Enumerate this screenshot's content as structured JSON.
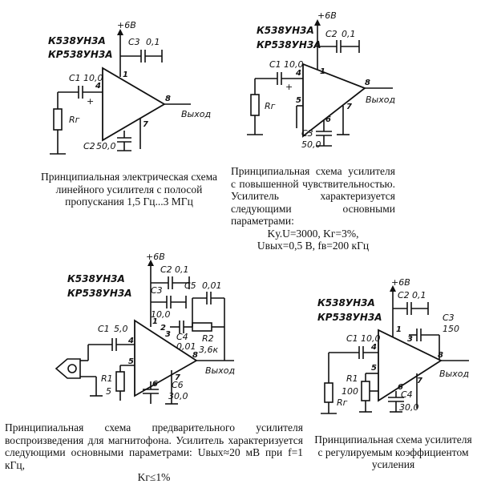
{
  "diagrams": [
    {
      "chips": [
        "К538УН3А",
        "КР538УН3А"
      ],
      "supply": "+6В",
      "caps": [
        {
          "ref": "С3",
          "value": "0,1"
        },
        {
          "ref": "С1",
          "value": "10,0"
        },
        {
          "ref": "С2",
          "value": "50,0"
        }
      ],
      "resistor": "Rг",
      "output": "Выход",
      "pins": [
        "1",
        "4",
        "8",
        "7"
      ],
      "caption": "Принципиальная электрическая схема линейного усилителя с полосой пропускания 1,5 Гц...3 МГц"
    },
    {
      "chips": [
        "К538УН3А",
        "КР538УН3А"
      ],
      "supply": "+6В",
      "caps": [
        {
          "ref": "С2",
          "value": "0,1"
        },
        {
          "ref": "С1",
          "value": "10,0"
        },
        {
          "ref": "С3",
          "value": "50,0"
        }
      ],
      "resistor": "Rг",
      "output": "Выход",
      "pins": [
        "1",
        "4",
        "8",
        "5",
        "6",
        "7"
      ],
      "caption_lines": [
        "Принципиальная схема усилителя с повышенной чувствительностью. Усилитель характеризуется следующими основными параметрами:",
        "Kу.U=3000, Kг=3%,",
        "Uвых=0,5 В, fв=200 кГц"
      ]
    },
    {
      "chips": [
        "К538УН3А",
        "КР538УН3А"
      ],
      "supply": "+6В",
      "caps": [
        {
          "ref": "С2",
          "value": "0,1"
        },
        {
          "ref": "С5",
          "value": "0,01"
        },
        {
          "ref": "С3",
          "value": "10,0"
        },
        {
          "ref": "С4",
          "value": "0,01"
        },
        {
          "ref": "С1",
          "value": "5,0"
        },
        {
          "ref": "С6",
          "value": "30,0"
        }
      ],
      "resistors": [
        {
          "ref": "R2",
          "value": "3,6к"
        },
        {
          "ref": "R1",
          "value": "5"
        }
      ],
      "output": "Выход",
      "pins": [
        "1",
        "2",
        "3",
        "4",
        "5",
        "6",
        "7",
        "8"
      ],
      "caption_lines": [
        "Принципиальная схема предварительного усилителя воспроизведения для магнитофона. Усилитель характеризуется следующими основными параметрами: Uвых≈20 мВ при f=1 кГц,",
        "Kг≤1%"
      ]
    },
    {
      "chips": [
        "К538УН3А",
        "КР538УН3А"
      ],
      "supply": "+6В",
      "caps": [
        {
          "ref": "С2",
          "value": "0,1"
        },
        {
          "ref": "С3",
          "value": "150"
        },
        {
          "ref": "С1",
          "value": "10,0"
        },
        {
          "ref": "С4",
          "value": "30,0"
        }
      ],
      "resistors": [
        {
          "ref": "R1",
          "value": "100"
        },
        {
          "ref": "Rг",
          "value": ""
        }
      ],
      "output": "Выход",
      "pins": [
        "1",
        "3",
        "4",
        "8",
        "5",
        "6",
        "7"
      ],
      "caption": "Принципиальная схема усилителя с регулируемым коэффициентом усиления"
    }
  ]
}
